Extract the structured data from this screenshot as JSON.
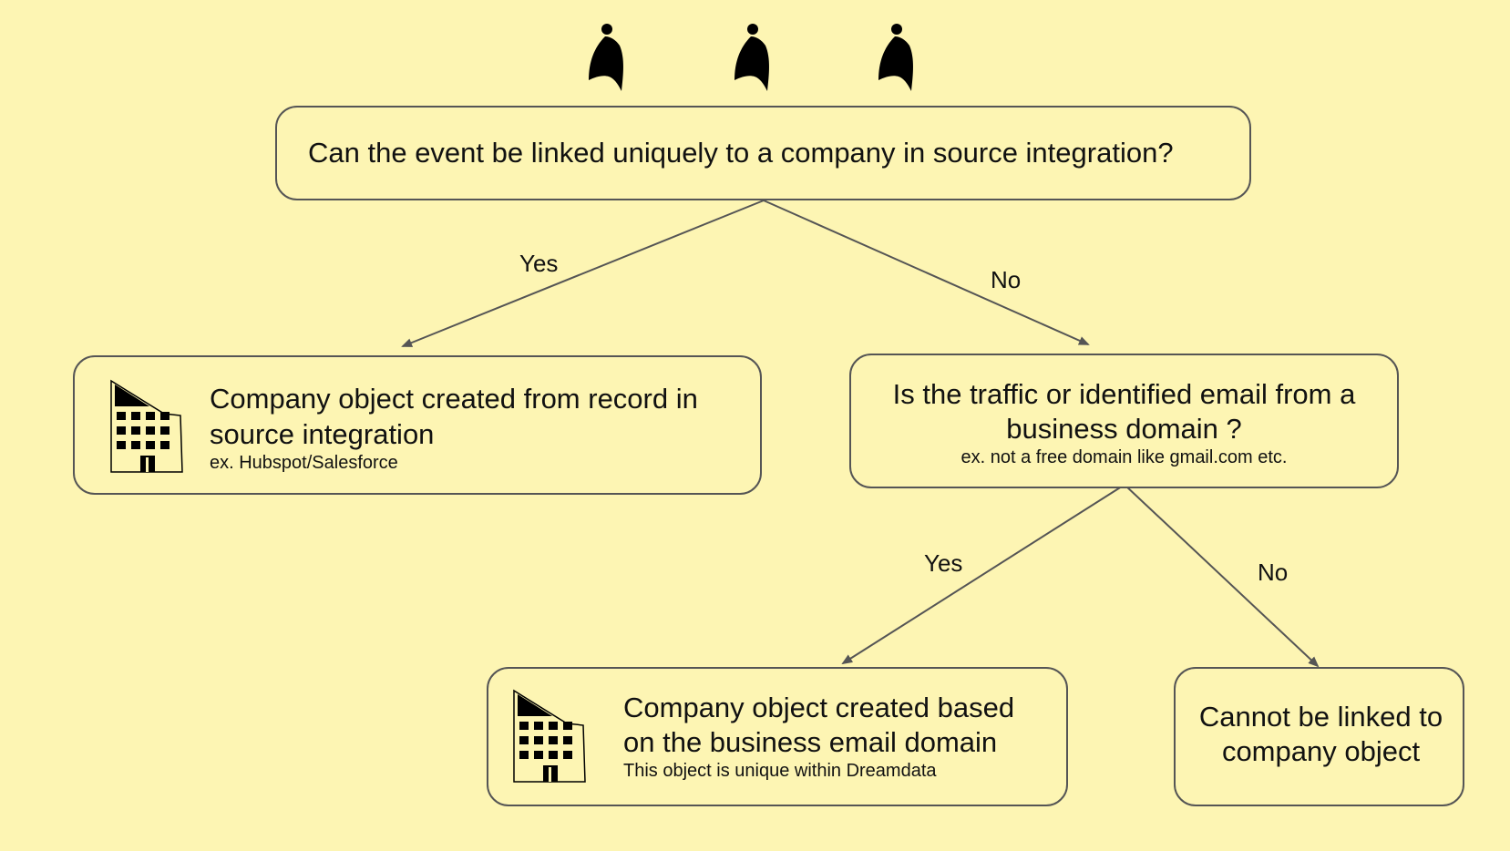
{
  "root": {
    "question": "Can the event be linked uniquely to a company in source integration?"
  },
  "edges": {
    "root_yes": "Yes",
    "root_no": "No",
    "domain_yes": "Yes",
    "domain_no": "No"
  },
  "source_company": {
    "title": "Company object created from record in source integration",
    "note": "ex. Hubspot/Salesforce"
  },
  "domain_question": {
    "title": "Is the traffic or identified email from a business domain ?",
    "note": "ex. not a free domain like gmail.com etc."
  },
  "email_company": {
    "title": "Company object created based on the business email domain",
    "note": "This object is unique within Dreamdata"
  },
  "unlinked": {
    "title": "Cannot be linked to company object"
  },
  "icons": {
    "people": [
      "person-icon",
      "person-icon",
      "person-icon"
    ],
    "building": "building-icon"
  },
  "colors": {
    "background": "#fdf5b3",
    "border": "#555555",
    "text": "#111111"
  }
}
